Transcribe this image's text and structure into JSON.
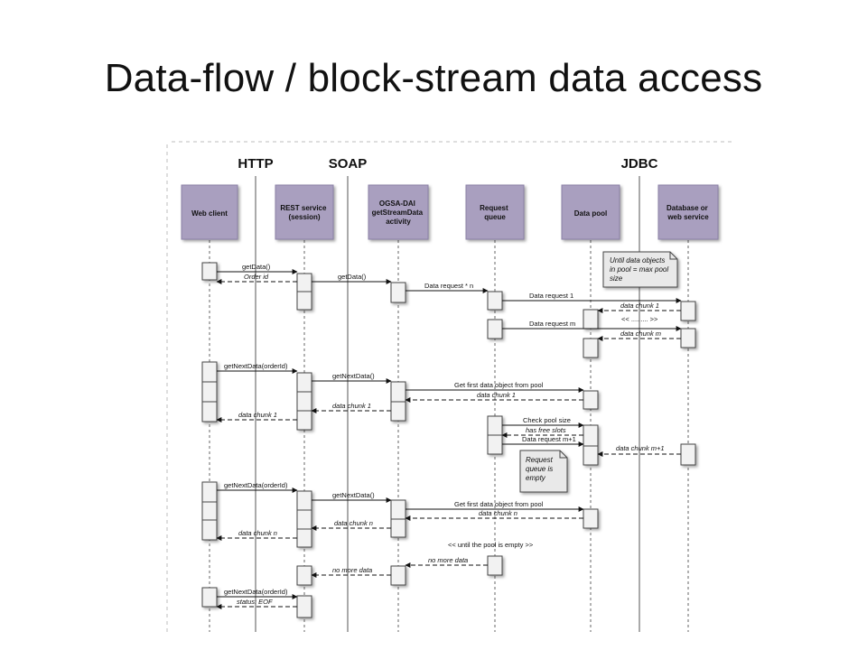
{
  "title": "Data-flow / block-stream data access",
  "protocols": [
    "HTTP",
    "SOAP",
    "JDBC"
  ],
  "participants": [
    {
      "id": "web",
      "label": [
        "Web client"
      ]
    },
    {
      "id": "rest",
      "label": [
        "REST service",
        "(session)"
      ]
    },
    {
      "id": "ogsa",
      "label": [
        "OGSA-DAI",
        "getStreamData",
        "activity"
      ]
    },
    {
      "id": "queue",
      "label": [
        "Request",
        "queue"
      ]
    },
    {
      "id": "pool",
      "label": [
        "Data pool"
      ]
    },
    {
      "id": "db",
      "label": [
        "Database or",
        "web service"
      ]
    }
  ],
  "notes": [
    {
      "id": "until-pool-max",
      "lines": [
        "Until data objects",
        "in pool = max pool",
        "size"
      ]
    },
    {
      "id": "queue-empty",
      "lines": [
        "Request",
        "queue is",
        "empty"
      ]
    }
  ],
  "messages": [
    {
      "id": "m1",
      "text": "getData()",
      "style": "solid"
    },
    {
      "id": "m2",
      "text": "Order id",
      "style": "dashed"
    },
    {
      "id": "m3",
      "text": "getData()",
      "style": "solid"
    },
    {
      "id": "m4",
      "text": "Data request * n",
      "style": "solid"
    },
    {
      "id": "m5",
      "text": "Data request 1",
      "style": "solid"
    },
    {
      "id": "m6",
      "text": "data chunk 1",
      "style": "dashed"
    },
    {
      "id": "m7",
      "text": "<< ......... >>",
      "style": "text"
    },
    {
      "id": "m8",
      "text": "Data request m",
      "style": "solid"
    },
    {
      "id": "m9",
      "text": "data chunk m",
      "style": "dashed"
    },
    {
      "id": "m10",
      "text": "getNextData(orderId)",
      "style": "solid"
    },
    {
      "id": "m11",
      "text": "getNextData()",
      "style": "solid"
    },
    {
      "id": "m12",
      "text": "Get first data object from pool",
      "style": "solid"
    },
    {
      "id": "m13",
      "text": "data chunk 1",
      "style": "dashed"
    },
    {
      "id": "m14",
      "text": "data chunk 1",
      "style": "dashed"
    },
    {
      "id": "m15",
      "text": "data chunk 1",
      "style": "dashed"
    },
    {
      "id": "m16",
      "text": "Check pool size",
      "style": "solid"
    },
    {
      "id": "m17",
      "text": "has free slots",
      "style": "dashed"
    },
    {
      "id": "m18",
      "text": "Data request m+1",
      "style": "solid"
    },
    {
      "id": "m19",
      "text": "data chunk m+1",
      "style": "dashed"
    },
    {
      "id": "m20",
      "text": "getNextData(orderId)",
      "style": "solid"
    },
    {
      "id": "m21",
      "text": "getNextData()",
      "style": "solid"
    },
    {
      "id": "m22",
      "text": "Get first data object from pool",
      "style": "solid"
    },
    {
      "id": "m23",
      "text": "data chunk n",
      "style": "dashed"
    },
    {
      "id": "m24",
      "text": "data chunk n",
      "style": "dashed"
    },
    {
      "id": "m25",
      "text": "data chunk n",
      "style": "dashed"
    },
    {
      "id": "m26",
      "text": "<< until the pool is empty >>",
      "style": "text"
    },
    {
      "id": "m27",
      "text": "no more data",
      "style": "dashed"
    },
    {
      "id": "m28",
      "text": "no more data",
      "style": "dashed"
    },
    {
      "id": "m29",
      "text": "getNextData(orderId)",
      "style": "solid"
    },
    {
      "id": "m30",
      "text": "status: EOF",
      "style": "dashed"
    }
  ],
  "colors": {
    "participant_fill": "#a99fbf",
    "participant_edge": "#8a80a6",
    "activation_fill": "#f2f2f2",
    "note_fill": "#e9e9e9"
  }
}
